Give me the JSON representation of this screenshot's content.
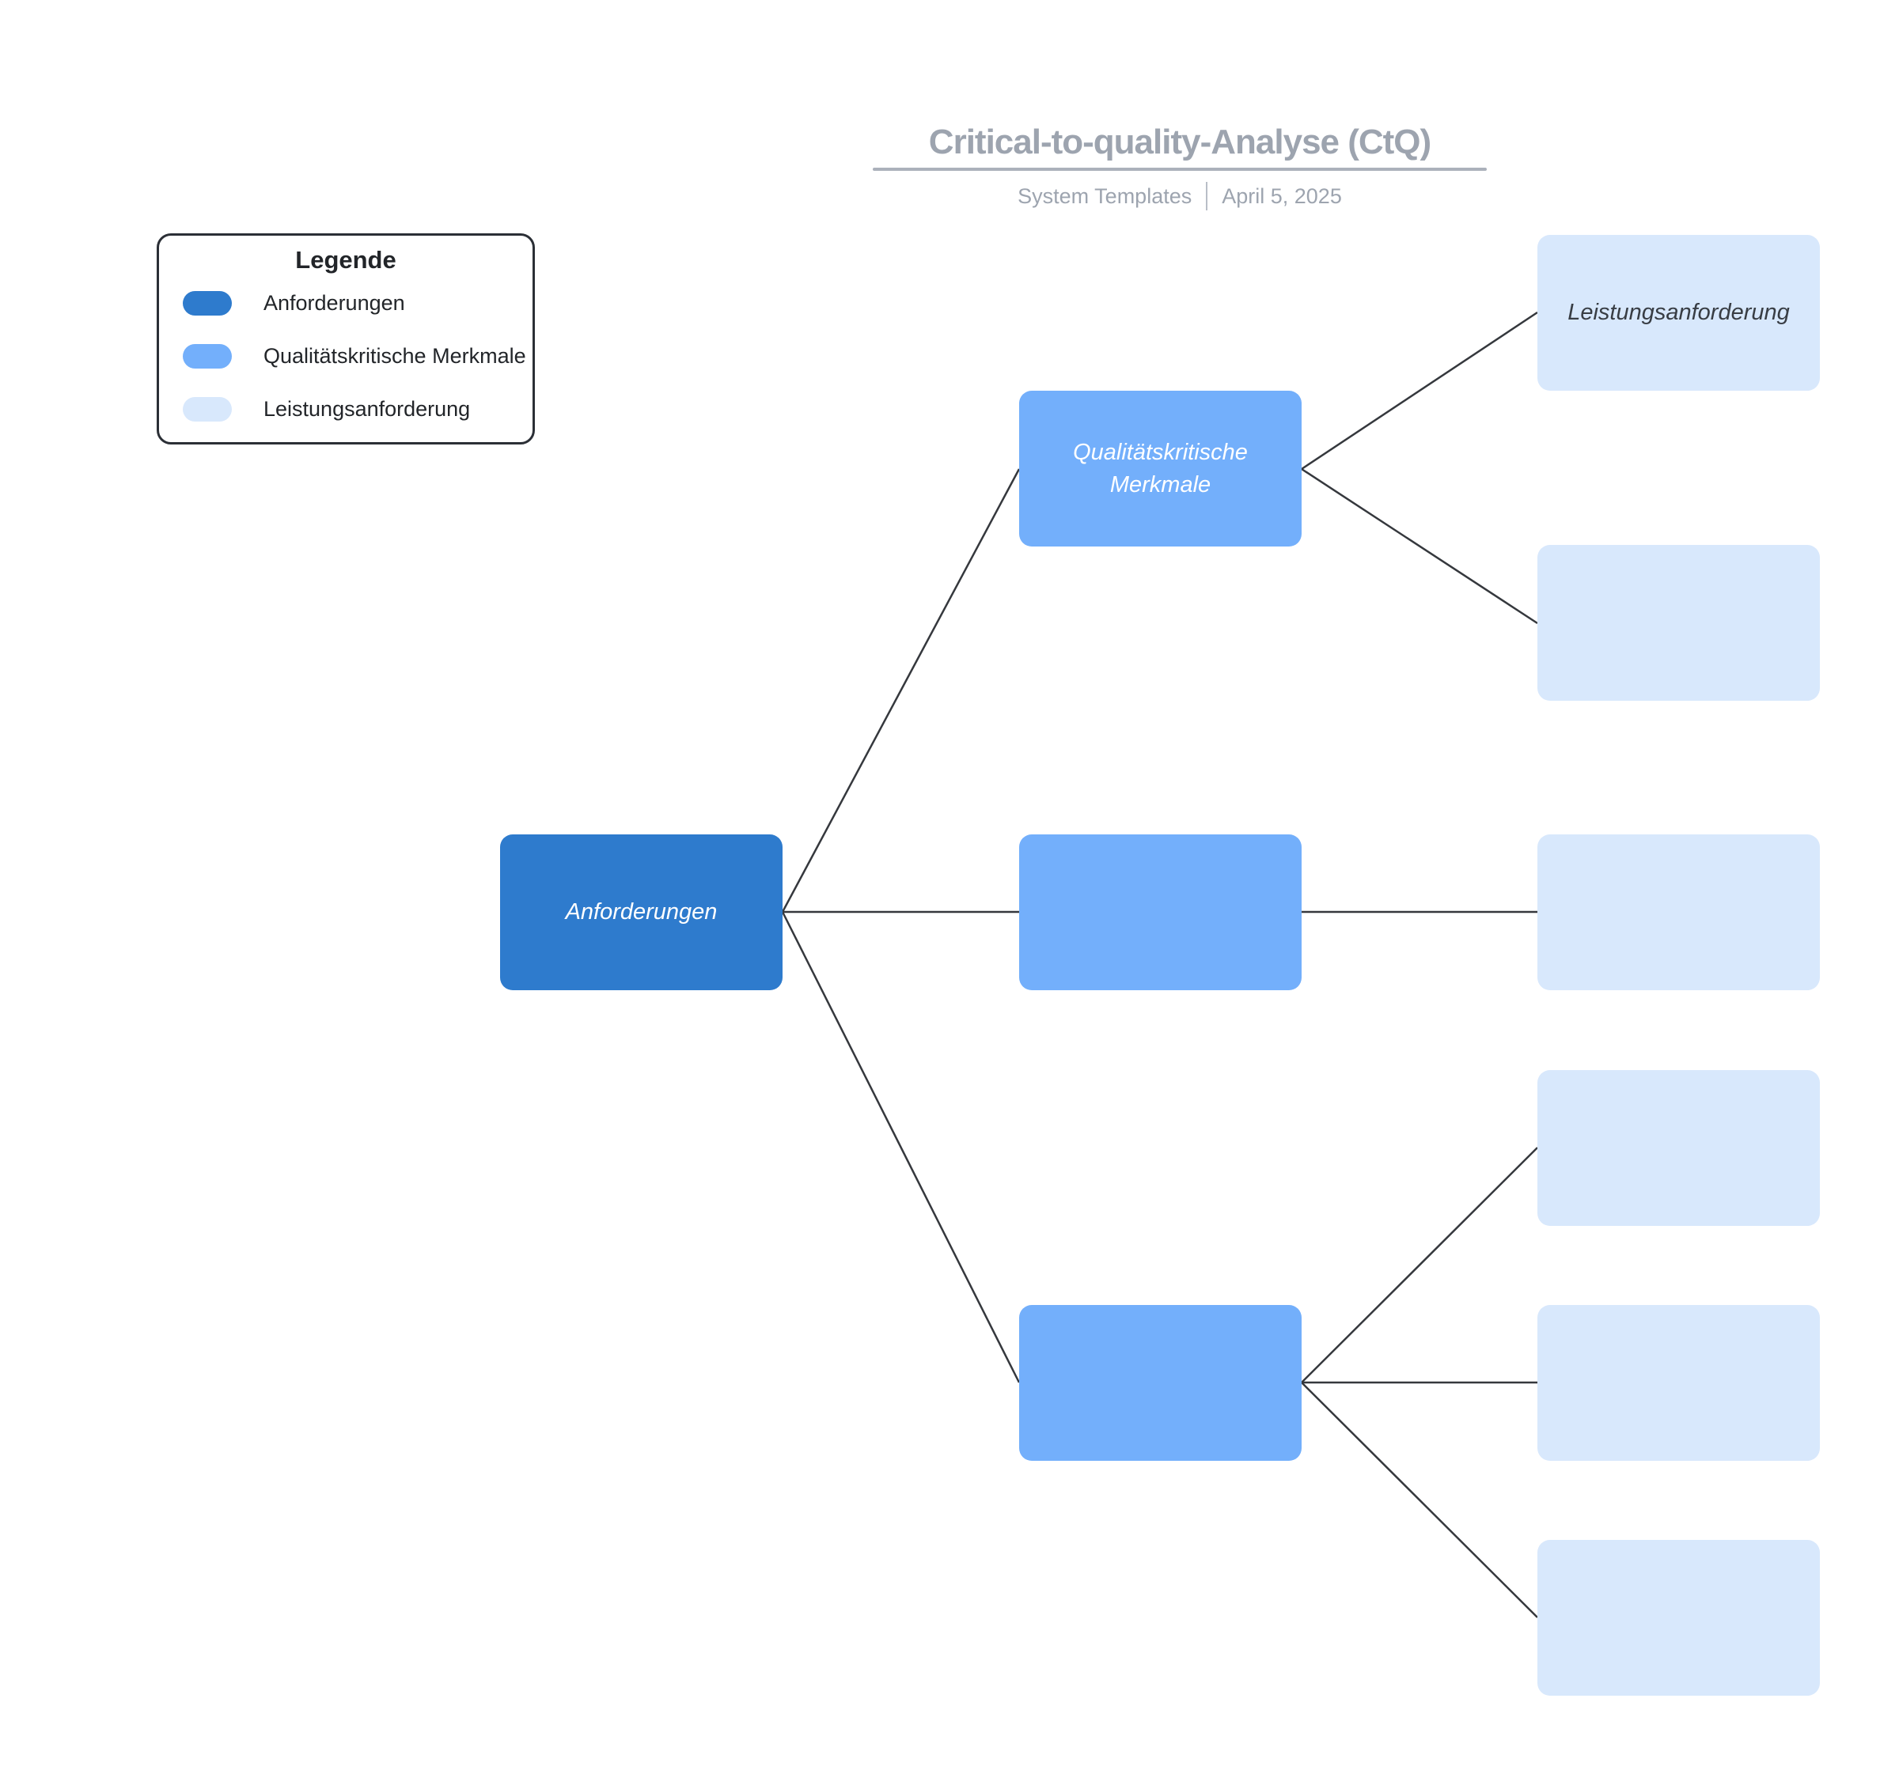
{
  "header": {
    "title": "Critical-to-quality-Analyse (CtQ)",
    "author": "System Templates",
    "date": "April 5, 2025"
  },
  "colors": {
    "anforderungen": "#2e7bcd",
    "qualitaetskritische_merkmale": "#73affb",
    "leistungsanforderung": "#d8e8fc",
    "connector": "#35383d",
    "header_gray": "#9da4af"
  },
  "legend": {
    "title": "Legende",
    "items": [
      {
        "label": "Anforderungen",
        "color": "#2e7bcd"
      },
      {
        "label": "Qualitätskritische Merkmale",
        "color": "#73affb"
      },
      {
        "label": "Leistungsanforderung",
        "color": "#d8e8fc"
      }
    ]
  },
  "tree": {
    "root": {
      "label": "Anforderungen",
      "type": "anforderungen"
    },
    "branches": [
      {
        "label": "Qualitätskritische Merkmale",
        "type": "qualitaetskritische_merkmale",
        "children": [
          {
            "label": "Leistungsanforderung",
            "type": "leistungsanforderung"
          },
          {
            "label": "",
            "type": "leistungsanforderung"
          }
        ]
      },
      {
        "label": "",
        "type": "qualitaetskritische_merkmale",
        "children": [
          {
            "label": "",
            "type": "leistungsanforderung"
          }
        ]
      },
      {
        "label": "",
        "type": "qualitaetskritische_merkmale",
        "children": [
          {
            "label": "",
            "type": "leistungsanforderung"
          },
          {
            "label": "",
            "type": "leistungsanforderung"
          },
          {
            "label": "",
            "type": "leistungsanforderung"
          }
        ]
      }
    ]
  }
}
